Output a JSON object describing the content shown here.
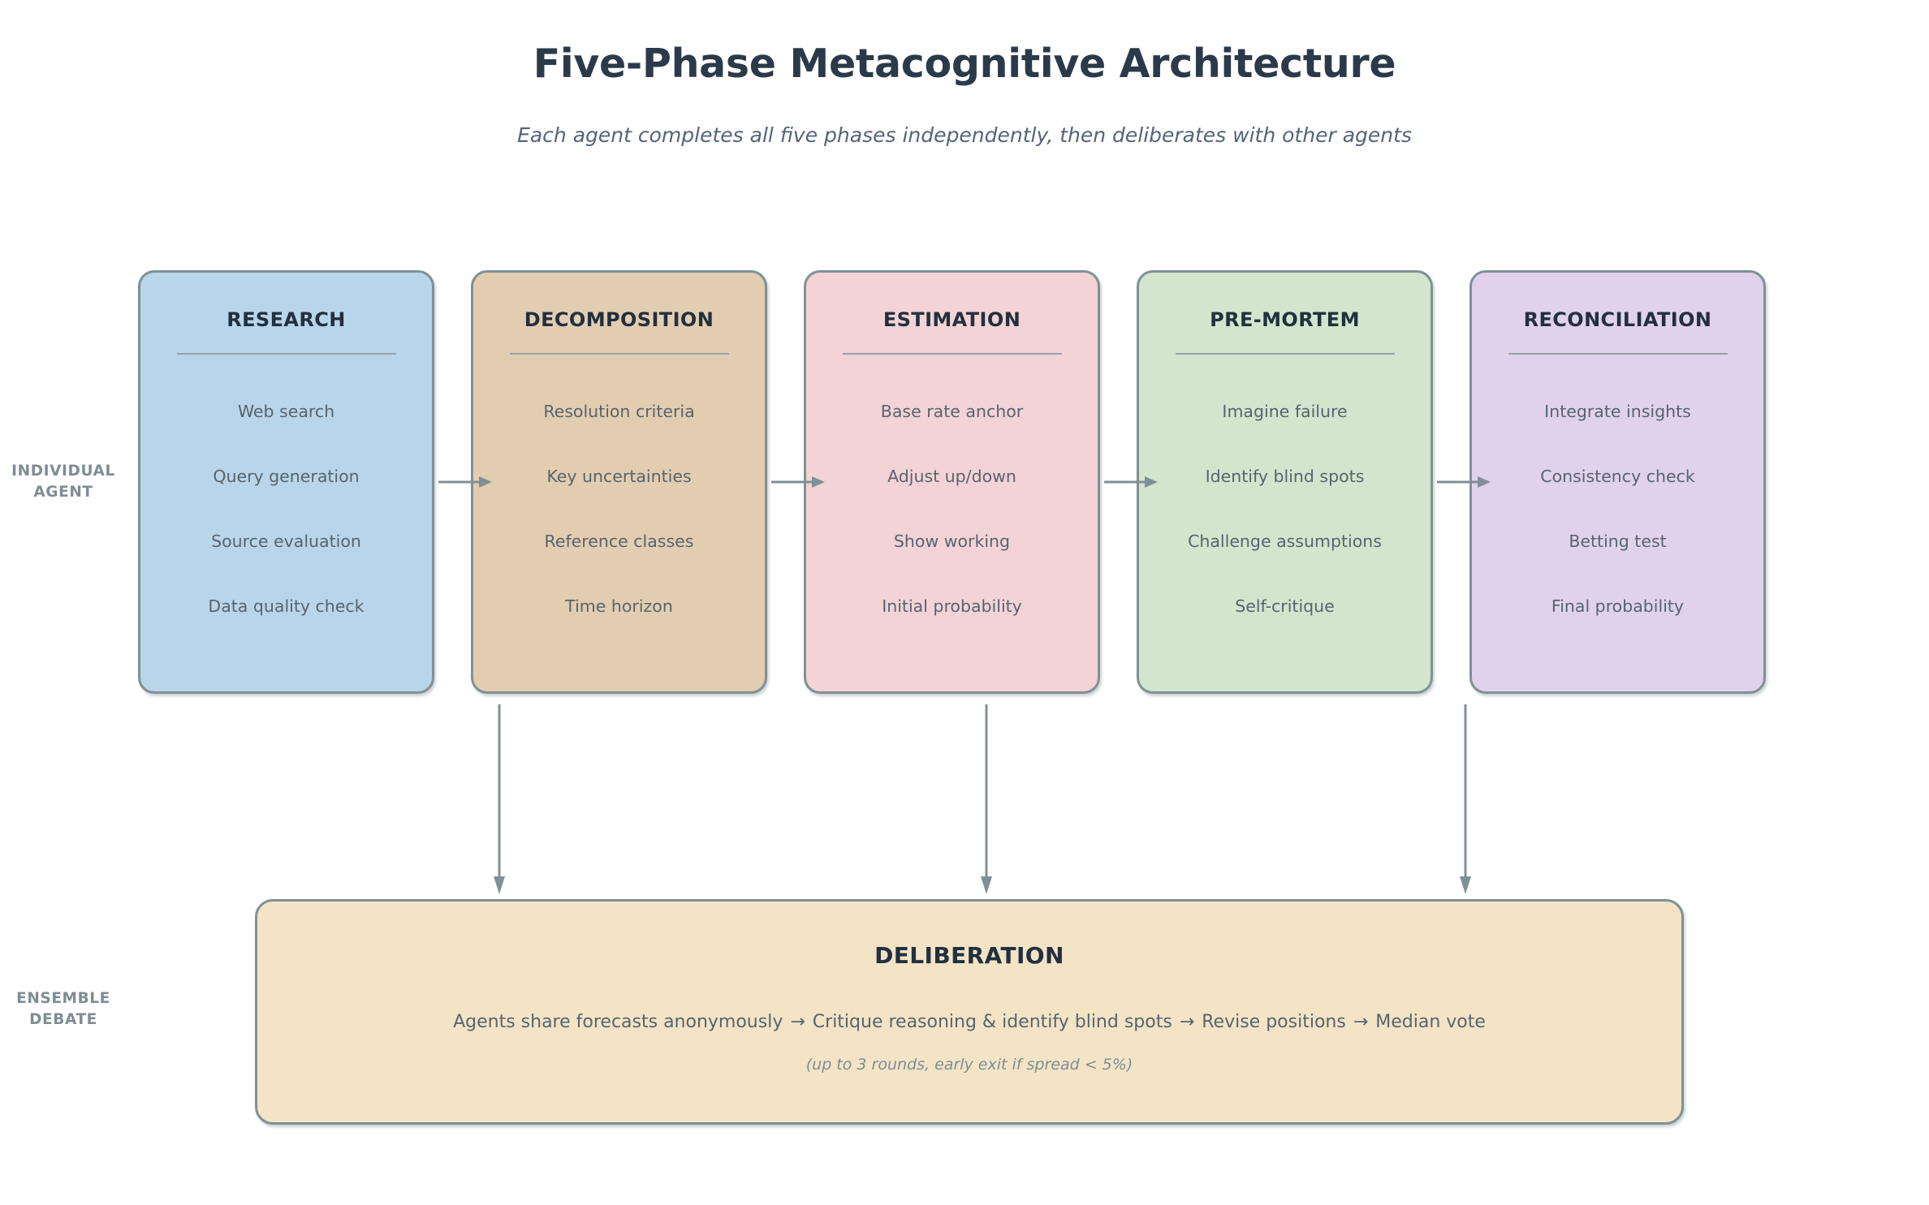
{
  "header": {
    "title": "Five-Phase Metacognitive Architecture",
    "subtitle": "Each agent completes all five phases independently, then deliberates with other agents"
  },
  "row_labels": {
    "individual_agent": "INDIVIDUAL\nAGENT",
    "ensemble_debate": "ENSEMBLE\nDEBATE"
  },
  "phases": [
    {
      "title": "RESEARCH",
      "color": "#b9d5e9",
      "items": [
        "Web search",
        "Query generation",
        "Source evaluation",
        "Data quality check"
      ]
    },
    {
      "title": "DECOMPOSITION",
      "color": "#e3cdb0",
      "items": [
        "Resolution criteria",
        "Key uncertainties",
        "Reference classes",
        "Time horizon"
      ]
    },
    {
      "title": "ESTIMATION",
      "color": "#f3d3d6",
      "items": [
        "Base rate anchor",
        "Adjust up/down",
        "Show working",
        "Initial probability"
      ]
    },
    {
      "title": "PRE-MORTEM",
      "color": "#d3e5cd",
      "items": [
        "Imagine failure",
        "Identify blind spots",
        "Challenge assumptions",
        "Self-critique"
      ]
    },
    {
      "title": "RECONCILIATION",
      "color": "#e1d2ec",
      "items": [
        "Integrate insights",
        "Consistency check",
        "Betting test",
        "Final probability"
      ]
    }
  ],
  "connectors": {
    "horizontal_arrow_icon": "arrow-right-icon",
    "vertical_arrow_icon": "arrow-down-icon",
    "horizontal_count": 4,
    "vertical_count": 3,
    "stroke_color": "#7f9196"
  },
  "deliberation": {
    "title": "DELIBERATION",
    "color": "#f3e4c6",
    "steps": [
      "Agents share forecasts anonymously",
      "Critique reasoning & identify blind spots",
      "Revise positions",
      "Median vote"
    ],
    "step_separator": "→",
    "note": "(up to 3 rounds, early exit if spread < 5%)"
  },
  "theme": {
    "background": "#ffffff",
    "title_color": "#2b3a4a",
    "subtitle_color": "#53647a",
    "body_text_color": "#57646f",
    "label_color": "#7d8e93",
    "border_color": "#7f9196",
    "divider_color": "#96a2a8"
  }
}
